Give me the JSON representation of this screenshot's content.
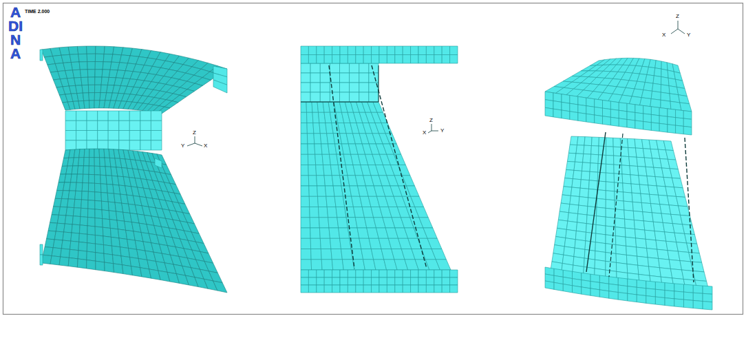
{
  "diagram": {
    "labels": [
      "ADINA",
      "TIME 2.000",
      "Y",
      "Z",
      "X",
      "Z",
      "X",
      "Y",
      "Z",
      "X",
      "Y"
    ]
  }
}
